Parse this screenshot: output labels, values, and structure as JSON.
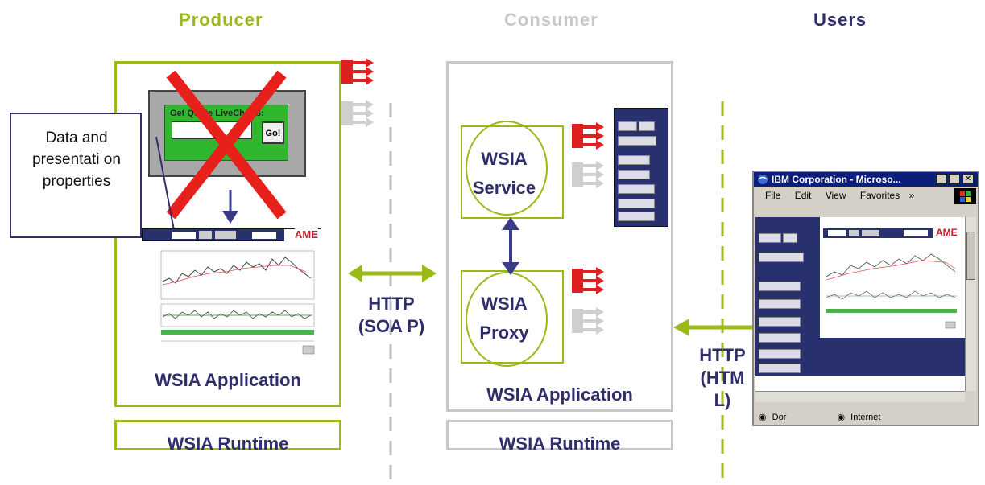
{
  "headers": {
    "producer": "Producer",
    "consumer": "Consumer",
    "users": "Users"
  },
  "colors": {
    "producer": "#9aba1a",
    "consumer": "#c8c8c8",
    "users": "#2f2d6b",
    "arrow_green": "#9aba1a",
    "arrow_navy": "#3a3a8a",
    "cross_red": "#e8201c",
    "port_red": "#e02020",
    "panel_navy": "#28306e"
  },
  "producer": {
    "callout": "Data and presentati on properties",
    "widget_title": "Get Quote LiveCharts:",
    "go_button": "Go!",
    "logo": "AME",
    "app_label": "WSIA Application",
    "runtime_label": "WSIA Runtime"
  },
  "consumer": {
    "service": "WSIA Service",
    "proxy": "WSIA Proxy",
    "app_label": "WSIA Application",
    "runtime_label": "WSIA Runtime"
  },
  "protocols": {
    "soap": "HTTP (SOA P)",
    "html": "HTTP (HTM L)"
  },
  "browser": {
    "title": "IBM Corporation - Microso...",
    "menu": [
      "File",
      "Edit",
      "View",
      "Favorites"
    ],
    "status_left": "Dor",
    "status_right": "Internet",
    "logo": "AME"
  },
  "icons": {
    "port": "port-plug-icon",
    "windows_logo": "windows-logo-icon",
    "ie_logo": "ie-globe-icon"
  }
}
